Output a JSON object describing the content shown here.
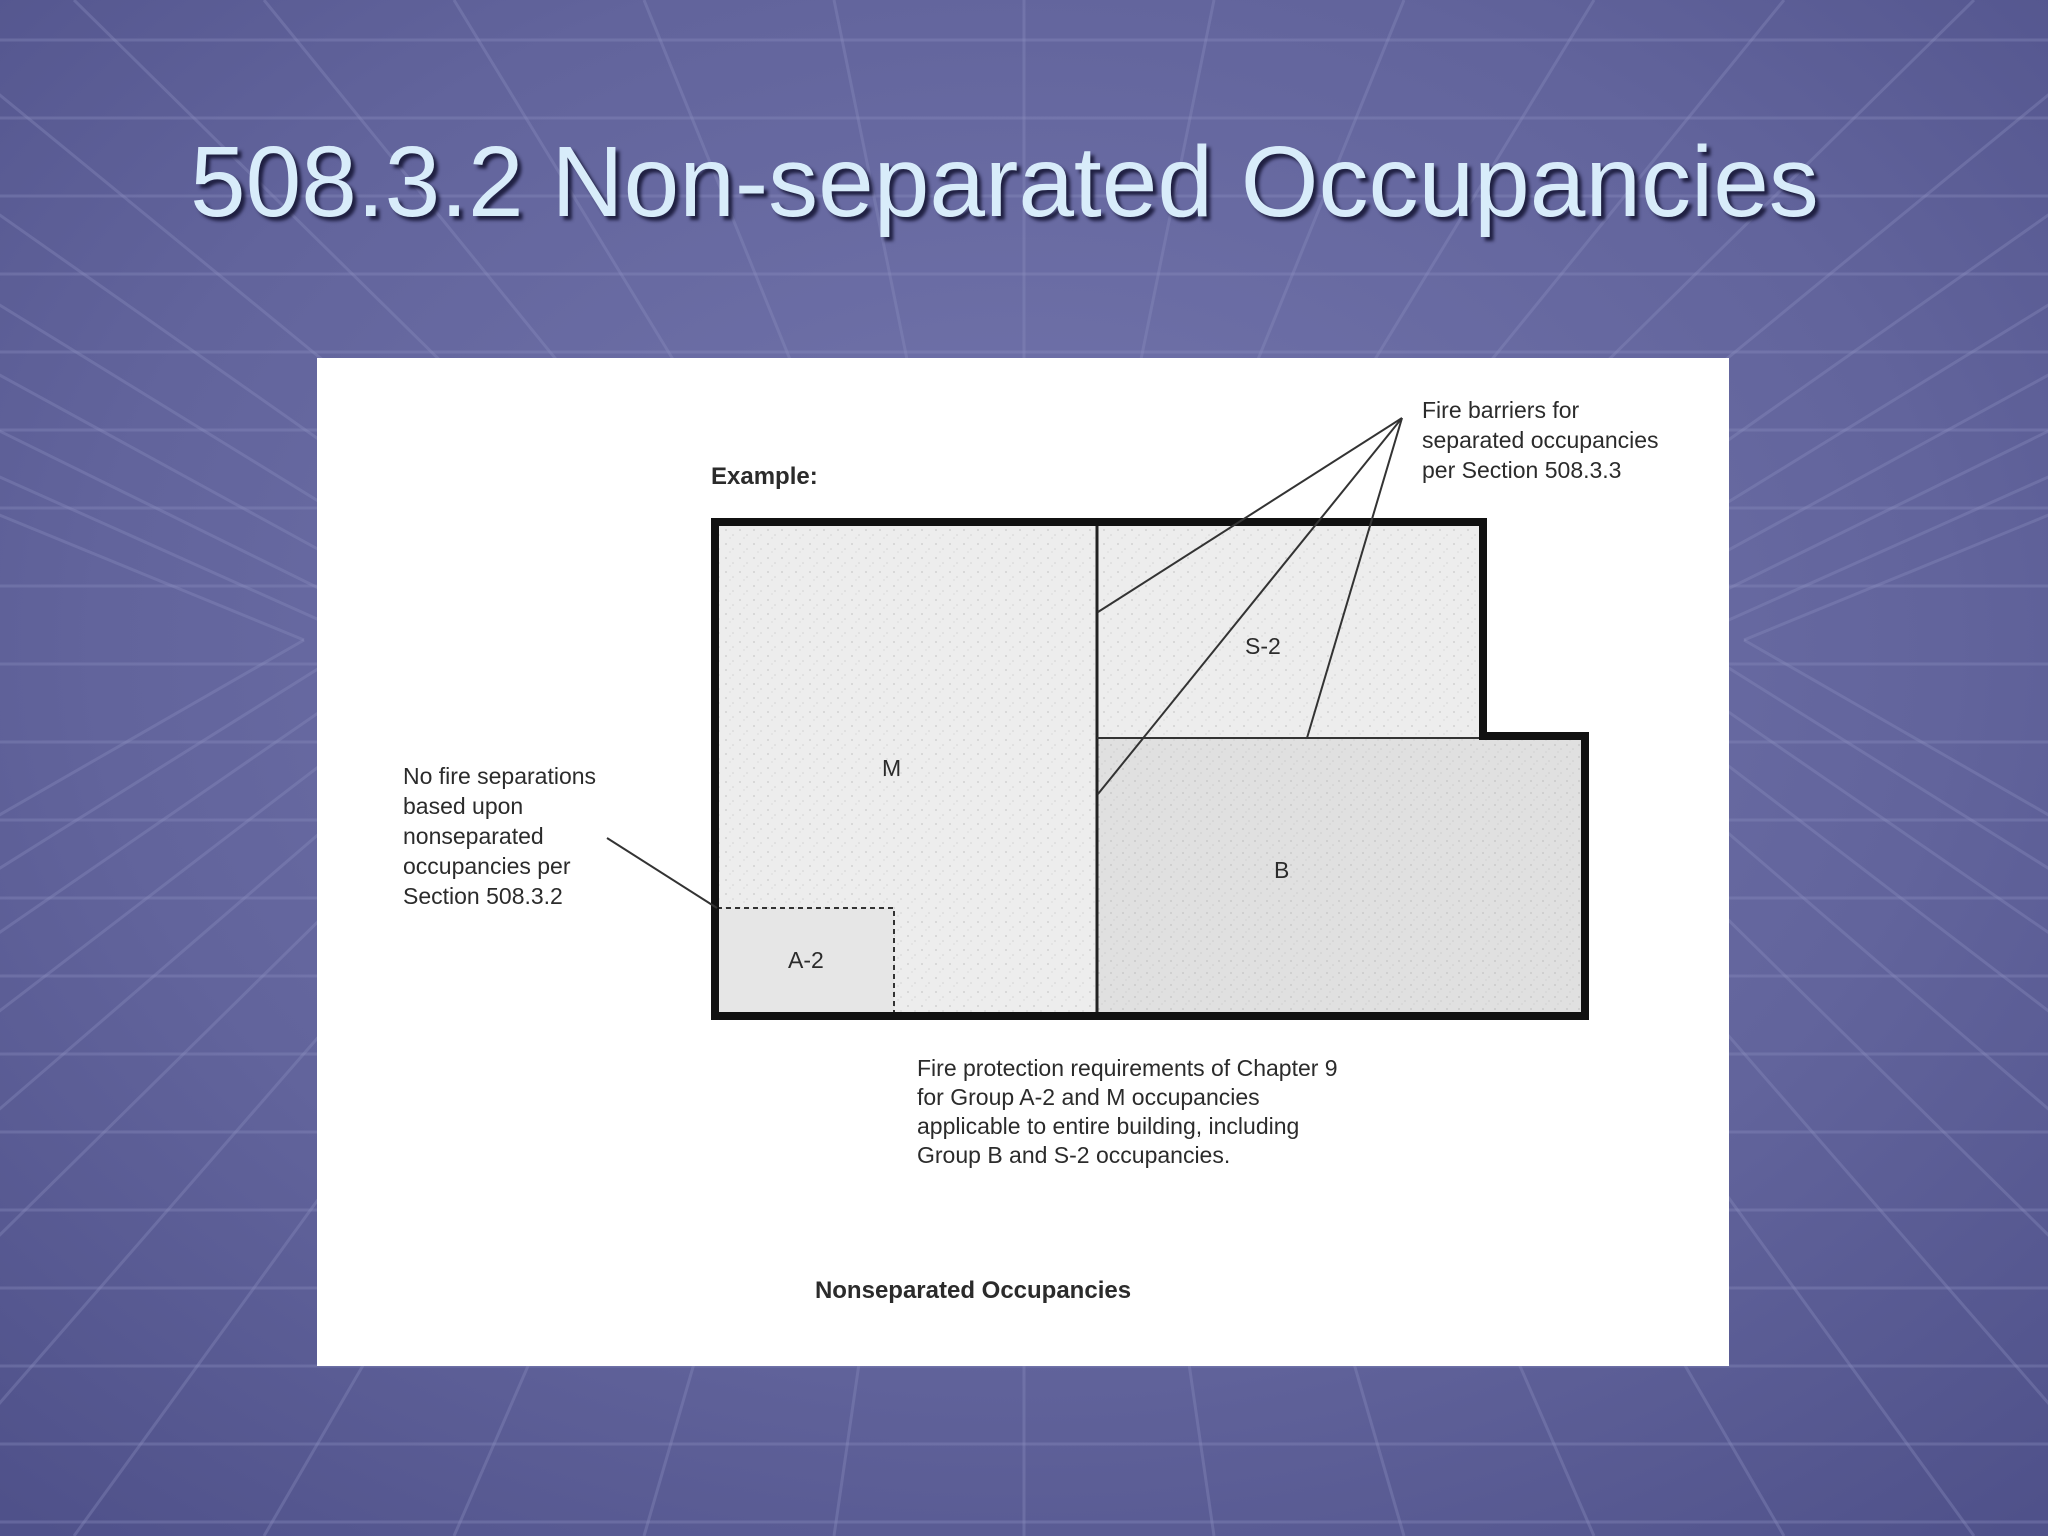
{
  "slide": {
    "title": "508.3.2 Non-separated Occupancies"
  },
  "figure": {
    "example_label": "Example:",
    "rooms": {
      "m": "M",
      "s2": "S-2",
      "b": "B",
      "a2": "A-2"
    },
    "callout_fire_barriers": [
      "Fire barriers for",
      "separated occupancies",
      "per Section 508.3.3"
    ],
    "callout_no_separation": [
      "No fire separations",
      "based upon",
      "nonseparated",
      "occupancies per",
      "Section 508.3.2"
    ],
    "callout_fire_protection": [
      "Fire protection requirements of Chapter 9",
      "for Group A-2 and M occupancies",
      "applicable to entire building, including",
      "Group B and S-2 occupancies."
    ],
    "caption": "Nonseparated Occupancies"
  },
  "colors": {
    "background": "#5f6198",
    "title": "#d8ecfa",
    "wall": "#111111",
    "room_fill": "#ececec",
    "room_b_fill": "#e2e2e2"
  }
}
